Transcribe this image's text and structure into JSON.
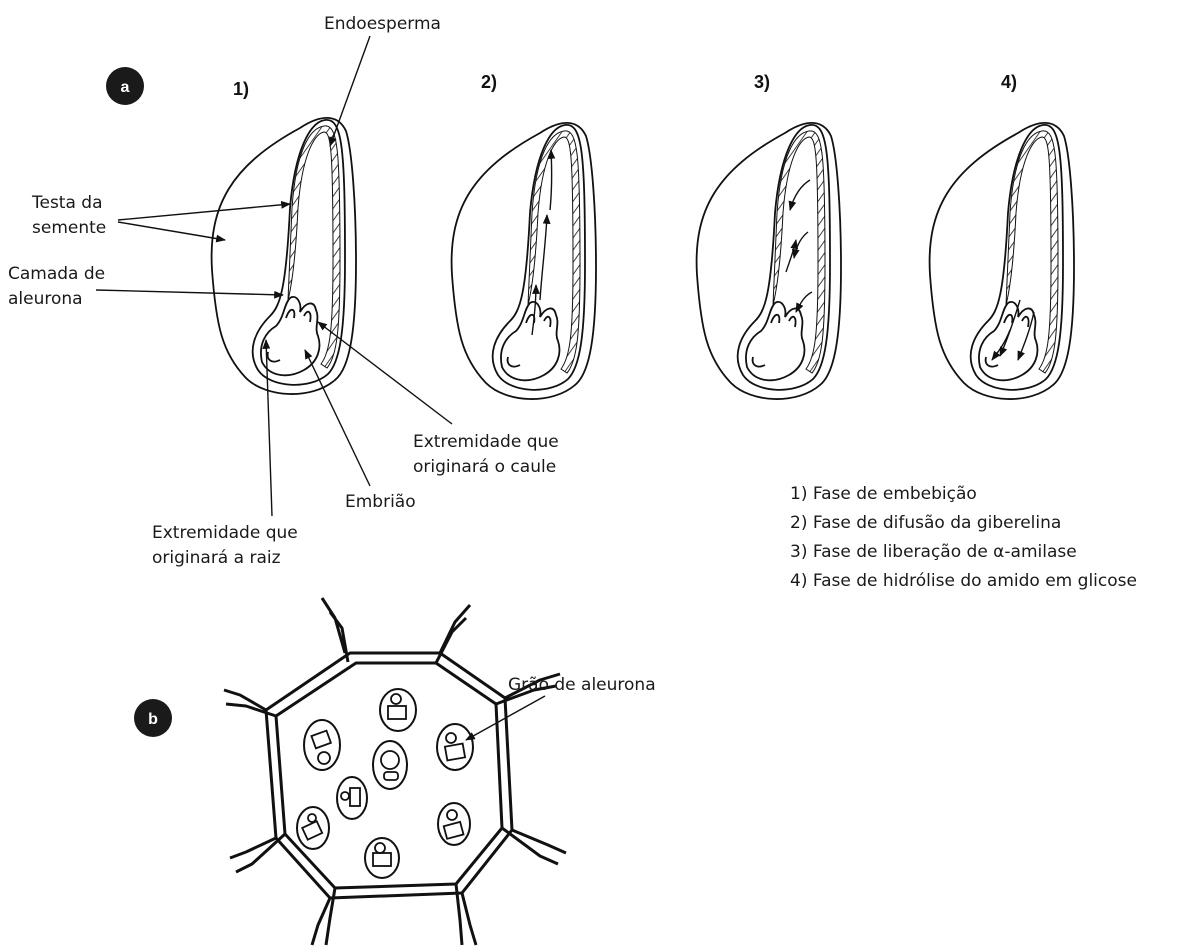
{
  "panel_a": {
    "badge": "a",
    "stage_numbers": [
      "1)",
      "2)",
      "3)",
      "4)"
    ],
    "labels": {
      "endosperm": "Endoesperma",
      "seed_coat_1": "Testa da",
      "seed_coat_2": "semente",
      "aleurone_1": "Camada de",
      "aleurone_2": "aleurona",
      "shoot_tip_1": "Extremidade que",
      "shoot_tip_2": "originará o caule",
      "embryo": "Embrião",
      "root_tip_1": "Extremidade que",
      "root_tip_2": "originará a raiz"
    },
    "legend": [
      "1) Fase de embebição",
      "2) Fase de difusão da giberelina",
      "3) Fase de liberação de α-amilase",
      "4) Fase de hidrólise do amido em glicose"
    ]
  },
  "panel_b": {
    "badge": "b",
    "grain_label": "Grão de aleurona"
  }
}
